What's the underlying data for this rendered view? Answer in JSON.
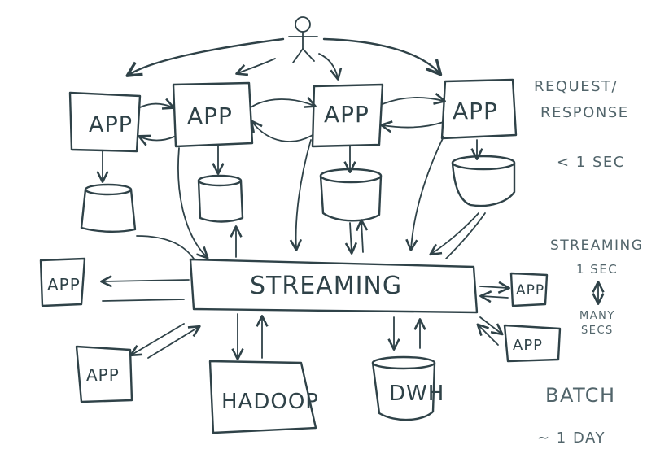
{
  "diagram": {
    "labels": {
      "app": "APP",
      "streaming": "STREAMING",
      "hadoop": "HADOOP",
      "dwh": "DWH"
    },
    "notes": {
      "request_line1": "REQUEST/",
      "request_line2": "RESPONSE",
      "request_latency": "< 1 SEC",
      "streaming_title": "STREAMING",
      "streaming_min": "1 SEC",
      "streaming_max_line1": "MANY",
      "streaming_max_line2": "SECS",
      "batch_title": "BATCH",
      "batch_latency": "~ 1 DAY"
    },
    "colors": {
      "ink": "#2f4248",
      "note_ink": "#52656b",
      "background": "#ffffff"
    }
  }
}
